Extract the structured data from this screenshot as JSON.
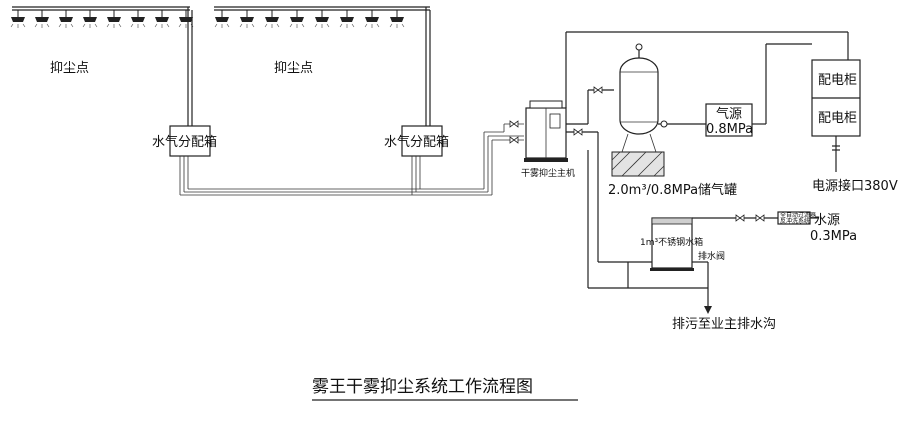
{
  "labels": {
    "dust_point_1": "抑尘点",
    "dust_point_2": "抑尘点",
    "distribution_box_1": "水气分配箱",
    "distribution_box_2": "水气分配箱",
    "main_unit": "干雾抑尘主机",
    "air_tank": "2.0m³/0.8MPa储气罐",
    "air_source_title": "气源",
    "air_source_pressure": "0.8MPa",
    "cabinet_1": "配电柜",
    "cabinet_2": "配电柜",
    "power_interface": "电源接口380V",
    "water_source_title": "水源",
    "water_source_pressure": "0.3MPa",
    "filter_line_1": "全自动过滤器",
    "filter_line_2": "反冲洗系统",
    "water_tank": "1m³不锈钢水箱",
    "drain_valve": "排水阀",
    "drain_outlet": "排污至业主排水沟",
    "diagram_title": "雾王干雾抑尘系统工作流程图"
  }
}
